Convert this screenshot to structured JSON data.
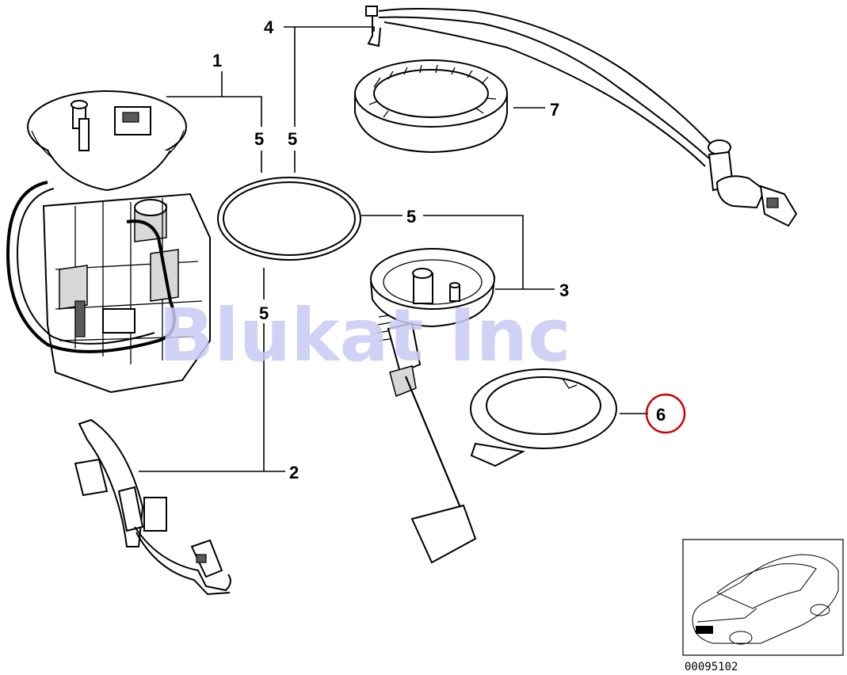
{
  "watermark": "Blukat Inc",
  "diagram_number": "00095102",
  "callouts": {
    "c1": "1",
    "c2": "2",
    "c3": "3",
    "c4": "4",
    "c5a": "5",
    "c5b": "5",
    "c5c": "5",
    "c5d": "5",
    "c6": "6",
    "c7": "7"
  },
  "highlight": {
    "callout": "6",
    "color": "#cc0000"
  },
  "colors": {
    "watermark": "#c9c9f4",
    "lines": "#000000",
    "highlight": "#cc0000"
  }
}
